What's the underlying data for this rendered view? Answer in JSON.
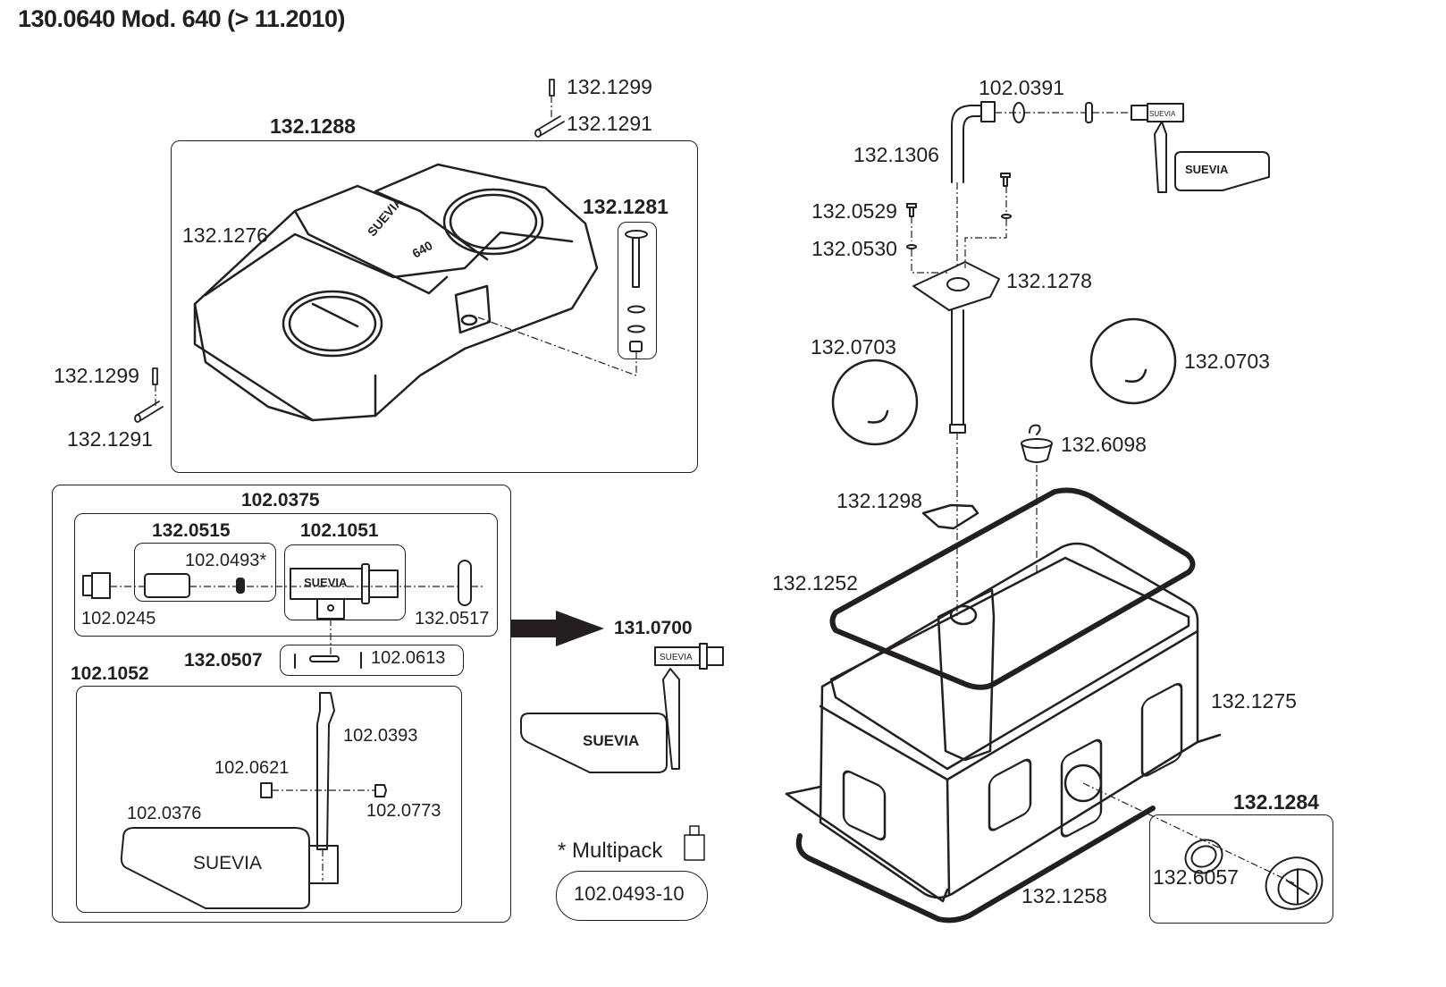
{
  "title": "130.0640 Mod. 640 (> 11.2010)",
  "brand": "SUEVIA",
  "model_mark": "640",
  "lid_group": {
    "assembly": "132.1288",
    "cover": "132.1276",
    "bolt_kit": "132.1281",
    "pin_top": "132.1299",
    "sleeve_top": "132.1291",
    "pin_left": "132.1299",
    "sleeve_left": "132.1291"
  },
  "valve_group": {
    "assembly": "102.0375",
    "nozzle_set": "132.0515",
    "insert_star": "102.0493*",
    "valve_body": "102.1051",
    "plug": "102.0245",
    "nut": "132.0517",
    "pin_set": "132.0507",
    "split_pin": "102.0613",
    "float_assembly": "102.1052",
    "lever": "102.0393",
    "knurled_nut": "102.0621",
    "float": "102.0376",
    "rivet": "102.0773",
    "complete_valve": "131.0700"
  },
  "multipack": {
    "label": "* Multipack",
    "code": "102.0493-10"
  },
  "trough_group": {
    "seal": "102.0391",
    "hose": "132.1306",
    "screw": "132.0529",
    "washer": "132.0530",
    "bracket": "132.1278",
    "insulation_disc_left": "132.0703",
    "insulation_disc_right": "132.0703",
    "drain_plug": "132.6098",
    "gasket_small": "132.1298",
    "gasket_large": "132.1252",
    "trough": "132.1275",
    "base_seal": "132.1258",
    "drain_kit": "132.1284",
    "drain_ring": "132.6057"
  }
}
